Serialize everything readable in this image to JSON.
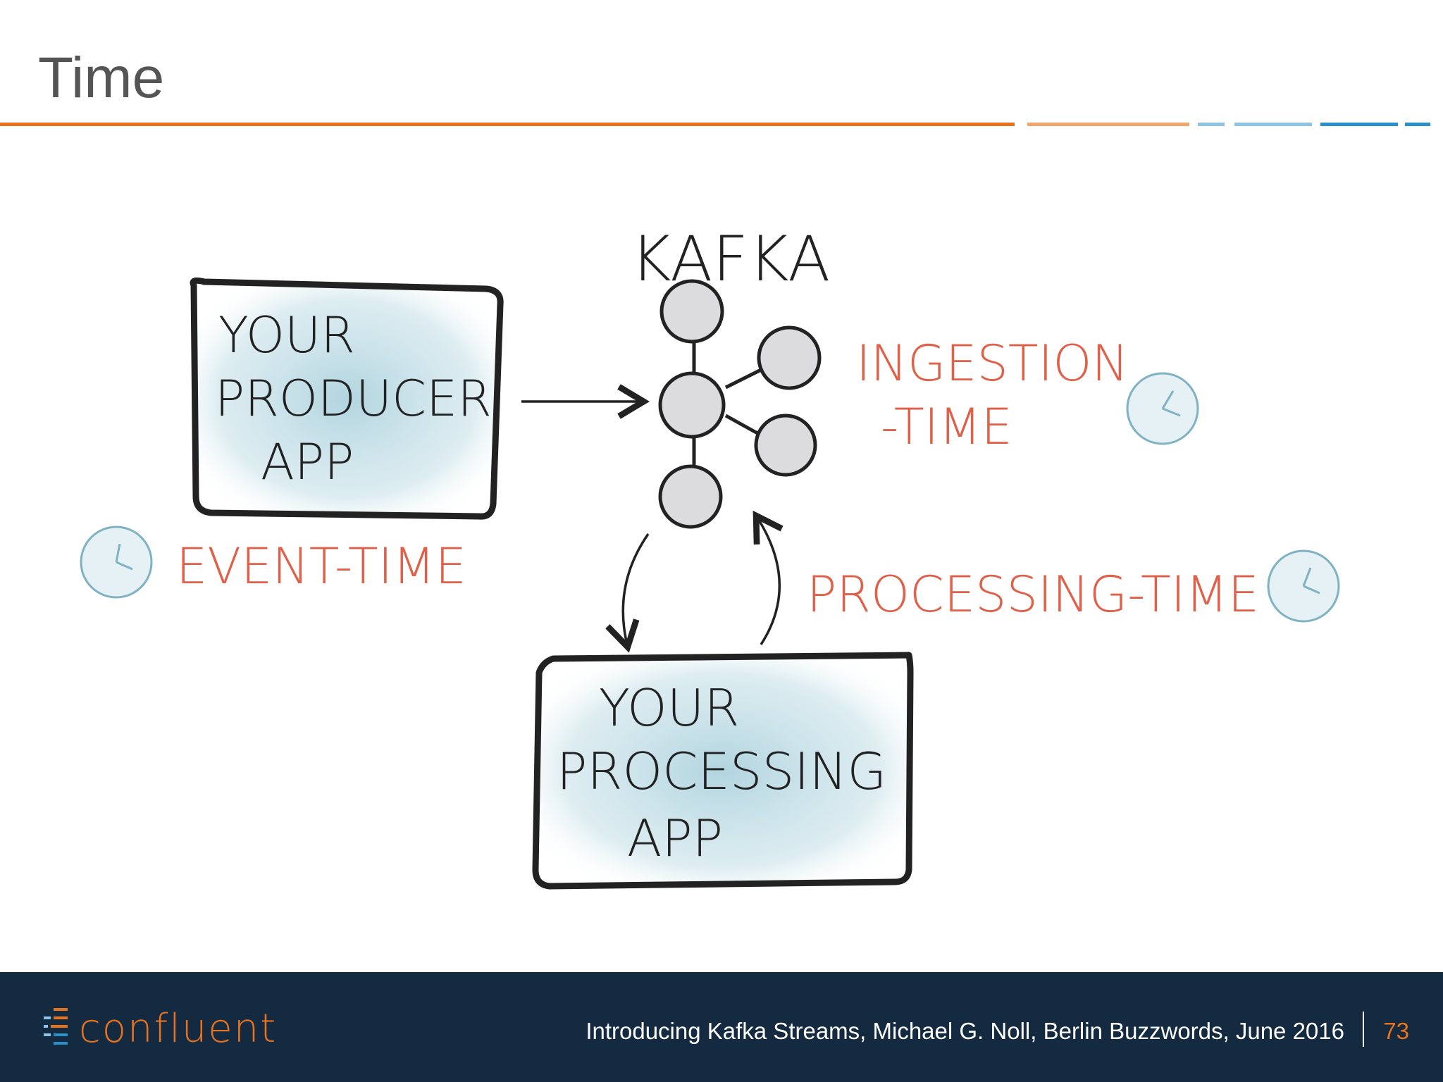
{
  "slide": {
    "title": "Time"
  },
  "diagram": {
    "kafka_label": "KAFKA",
    "producer_box": {
      "line1": "YOUR",
      "line2": "PRODUCER",
      "line3": "APP"
    },
    "processing_box": {
      "line1": "YOUR",
      "line2": "PROCESSING",
      "line3": "APP"
    },
    "time_labels": {
      "event_time": "EVENT-TIME",
      "ingestion_line1": "INGESTION",
      "ingestion_line2": "-TIME",
      "processing_time": "PROCESSING-TIME"
    },
    "colors": {
      "label_red": "#e0604a",
      "box_fill": "#bcdbe4",
      "node_fill": "#dcdcdf",
      "ink": "#222222"
    }
  },
  "footer": {
    "logo_text": "confluent",
    "citation": "Introducing Kafka Streams, Michael G. Noll, Berlin Buzzwords, June 2016",
    "page_number": "73"
  },
  "accent_colors": {
    "orange": "#e8731e",
    "light_orange": "#f0a56a",
    "light_blue": "#8ec3e3",
    "blue": "#2b8fc9"
  }
}
